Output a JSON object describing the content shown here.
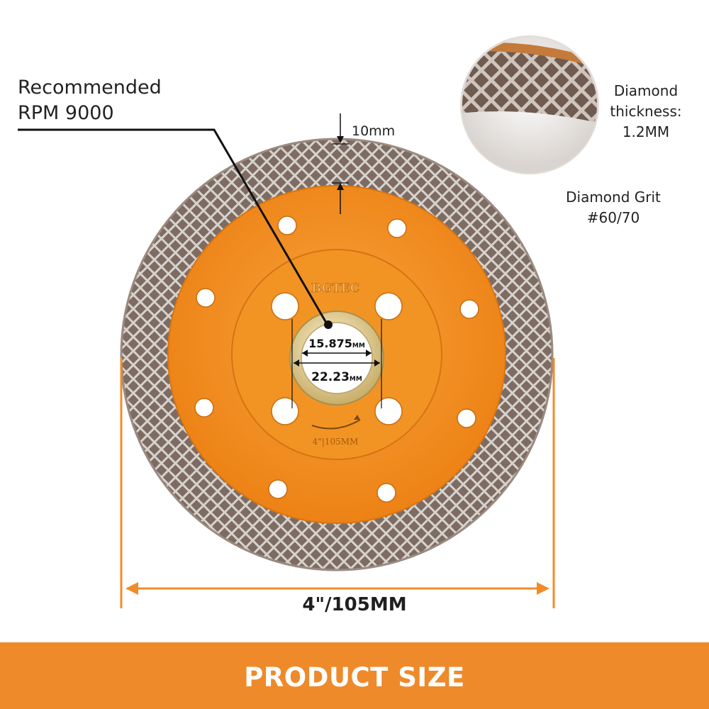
{
  "callouts": {
    "rpm_line1": "Recommended",
    "rpm_line2": "RPM 9000",
    "segment_height": "10mm",
    "diamond_thickness_line1": "Diamond",
    "diamond_thickness_line2": "thickness:",
    "diamond_thickness_line3": "1.2MM",
    "diamond_grit_line1": "Diamond Grit",
    "diamond_grit_line2": "#60/70"
  },
  "blade": {
    "brand": "BGTEC",
    "size_marking": "4\"|105MM",
    "inner_bore": "15.875",
    "outer_bore": "22.23",
    "bore_unit": "MM"
  },
  "dimension": {
    "width_label": "4\"/105MM"
  },
  "banner": {
    "title": "PRODUCT SIZE"
  },
  "colors": {
    "accent_orange": "#ee8a2a",
    "blade_orange": "#f08c1c",
    "segment_grey": "#8a7a70",
    "bore_gold": "#d9c58a"
  }
}
